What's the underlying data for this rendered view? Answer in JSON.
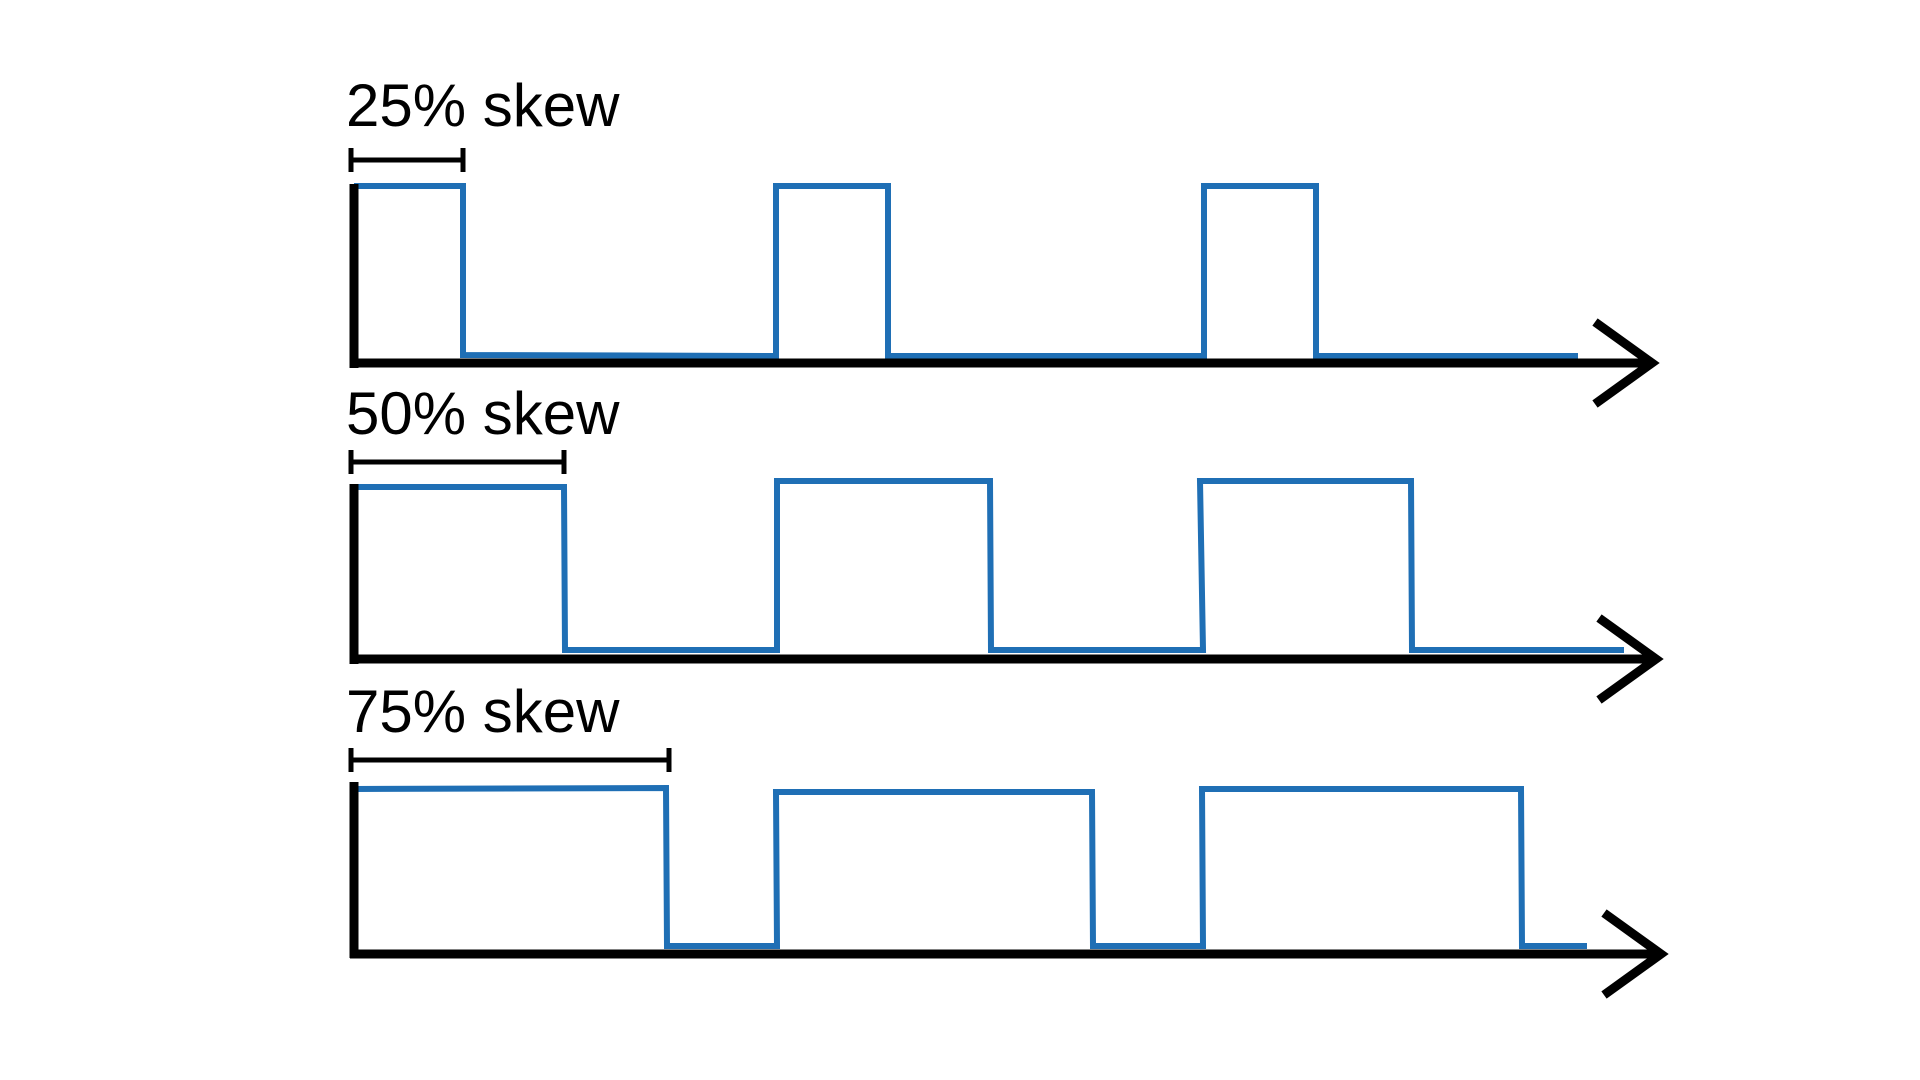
{
  "colors": {
    "background": "#ffffff",
    "axis": "#000000",
    "signal": "#1f6fb5",
    "bracket": "#000000"
  },
  "panels": [
    {
      "label": "25% skew",
      "skew_fraction": 0.25
    },
    {
      "label": "50% skew",
      "skew_fraction": 0.5
    },
    {
      "label": "75% skew",
      "skew_fraction": 0.75
    }
  ]
}
